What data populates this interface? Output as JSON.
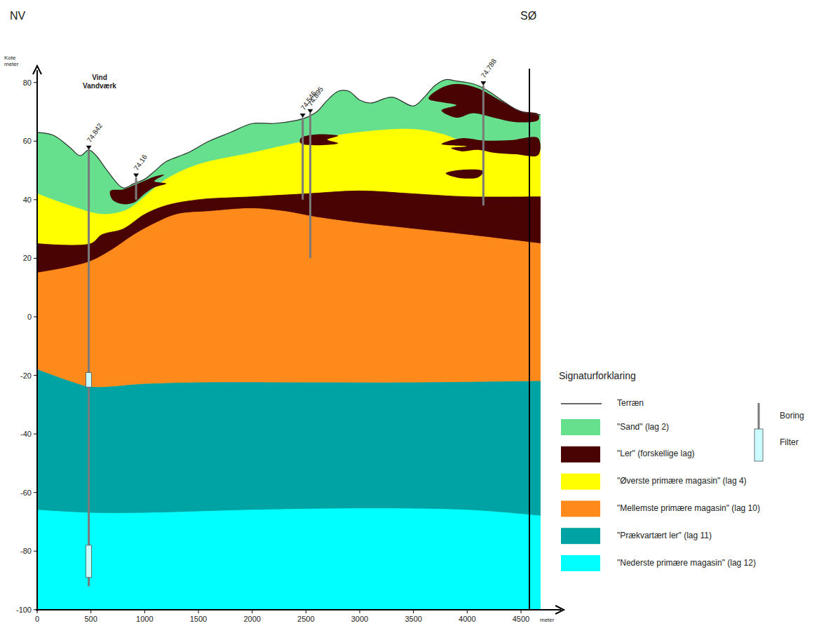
{
  "diagram": {
    "labels": [
      "NV",
      "SØ",
      "Kote meter",
      "80",
      "60",
      "40",
      "20",
      "0",
      "-20",
      "-40",
      "-60",
      "-80",
      "-100",
      "0",
      "500",
      "1000",
      "1500",
      "2000",
      "2500",
      "3000",
      "3500",
      "4000",
      "4500",
      "meter",
      "Vind Vandværk",
      "74.842",
      "74.16",
      "74.546",
      "74.895",
      "74.788",
      "Signaturforklaring"
    ],
    "legend": [
      {
        "text": "Terræn"
      },
      {
        "text": "\"Sand\" (lag 2)",
        "color": "#66e08c"
      },
      {
        "text": "\"Ler\" (forskellige lag)",
        "color": "#4a0303"
      },
      {
        "text": "\"Øverste primære magasin\" (lag 4)",
        "color": "#ffff00"
      },
      {
        "text": "\"Mellemste primære magasin\" (lag 10)",
        "color": "#ff8a1c"
      },
      {
        "text": "\"Prækvartært ler\" (lag 11)",
        "color": "#00a3a3"
      },
      {
        "text": "\"Nederste primære magasin\" (lag 12)",
        "color": "#00ffff"
      },
      {
        "text": "Boring"
      },
      {
        "text": "Filter"
      }
    ]
  }
}
